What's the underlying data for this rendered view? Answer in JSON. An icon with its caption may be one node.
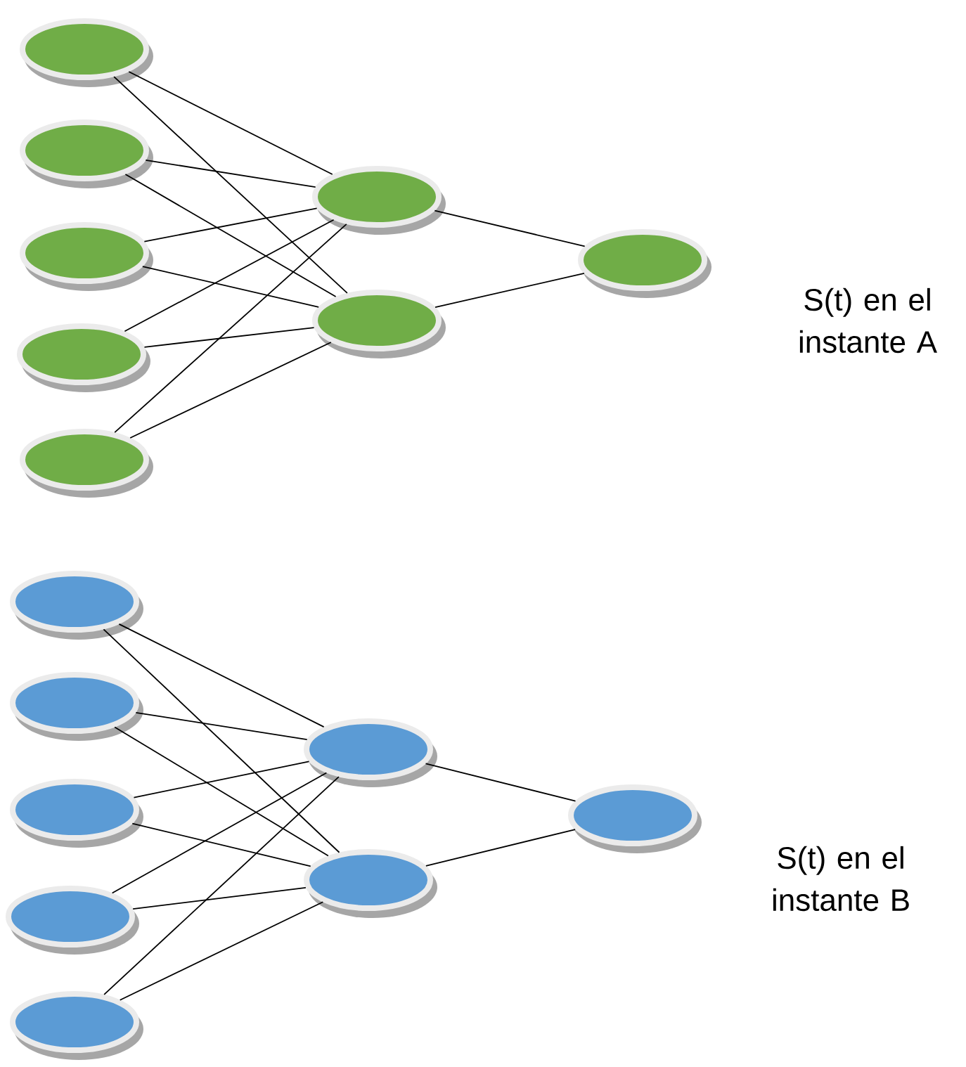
{
  "diagram": {
    "nodes": [
      {
        "text": [],
        "shape": "ellipse"
      },
      {
        "text": [],
        "shape": "ellipse"
      },
      {
        "text": [],
        "shape": "ellipse"
      },
      {
        "text": [],
        "shape": "ellipse"
      },
      {
        "text": [],
        "shape": "ellipse"
      },
      {
        "text": [],
        "shape": "ellipse"
      },
      {
        "text": [],
        "shape": "ellipse"
      },
      {
        "text": [],
        "shape": "ellipse",
        "beside": [
          "S(t) en el instante A"
        ]
      },
      {
        "text": [],
        "shape": "ellipse"
      },
      {
        "text": [],
        "shape": "ellipse"
      },
      {
        "text": [],
        "shape": "ellipse"
      },
      {
        "text": [],
        "shape": "ellipse"
      },
      {
        "text": [],
        "shape": "ellipse"
      },
      {
        "text": [],
        "shape": "ellipse"
      },
      {
        "text": [],
        "shape": "ellipse"
      },
      {
        "text": [],
        "shape": "ellipse",
        "beside": [
          "S(t) en el instante B"
        ]
      }
    ],
    "edges": [
      {
        "from": 0,
        "to": 5,
        "arrow": "none"
      },
      {
        "from": 0,
        "to": 6,
        "arrow": "none"
      },
      {
        "from": 1,
        "to": 5,
        "arrow": "none"
      },
      {
        "from": 1,
        "to": 6,
        "arrow": "none"
      },
      {
        "from": 2,
        "to": 5,
        "arrow": "none"
      },
      {
        "from": 2,
        "to": 6,
        "arrow": "none"
      },
      {
        "from": 3,
        "to": 5,
        "arrow": "none"
      },
      {
        "from": 3,
        "to": 6,
        "arrow": "none"
      },
      {
        "from": 4,
        "to": 5,
        "arrow": "none"
      },
      {
        "from": 4,
        "to": 6,
        "arrow": "none"
      },
      {
        "from": 5,
        "to": 7,
        "arrow": "none"
      },
      {
        "from": 6,
        "to": 7,
        "arrow": "none"
      },
      {
        "from": 8,
        "to": 13,
        "arrow": "none"
      },
      {
        "from": 8,
        "to": 14,
        "arrow": "none"
      },
      {
        "from": 9,
        "to": 13,
        "arrow": "none"
      },
      {
        "from": 9,
        "to": 14,
        "arrow": "none"
      },
      {
        "from": 10,
        "to": 13,
        "arrow": "none"
      },
      {
        "from": 10,
        "to": 14,
        "arrow": "none"
      },
      {
        "from": 11,
        "to": 13,
        "arrow": "none"
      },
      {
        "from": 11,
        "to": 14,
        "arrow": "none"
      },
      {
        "from": 12,
        "to": 13,
        "arrow": "none"
      },
      {
        "from": 12,
        "to": 14,
        "arrow": "none"
      },
      {
        "from": 13,
        "to": 15,
        "arrow": "none"
      },
      {
        "from": 14,
        "to": 15,
        "arrow": "none"
      }
    ]
  }
}
